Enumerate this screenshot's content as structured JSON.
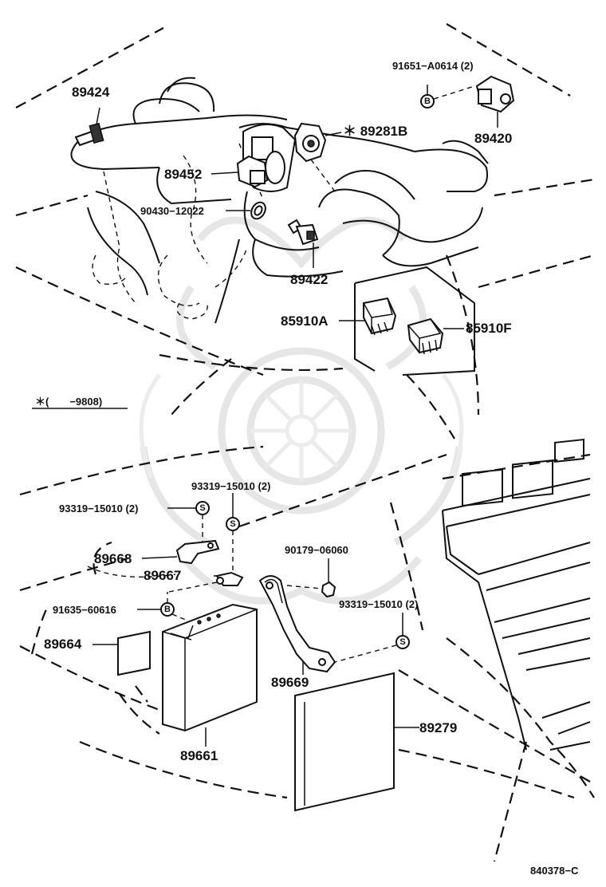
{
  "labels": {
    "p89424": "89424",
    "p91651": "91651−A0614 (2)",
    "p89281b": "＊ 89281B",
    "p89420": "89420",
    "p89452": "89452",
    "p90430": "90430−12022",
    "p89422": "89422",
    "p85910a": "85910A",
    "p85910f": "85910F",
    "footnote": "＊(　　−9808)",
    "p93319_a": "93319−15010 (2)",
    "p93319_b": "93319−15010 (2)",
    "p89668": "89668",
    "p89667": "89667",
    "p90179": "90179−06060",
    "p91635": "91635−60616",
    "p93319_c": "93319−15010 (2)",
    "p89664": "89664",
    "p89669": "89669",
    "p89279": "89279",
    "p89661": "89661",
    "diagram_code": "840378−C"
  },
  "bolt_markers": {
    "b": "B",
    "s": "S"
  },
  "colors": {
    "ink": "#111111",
    "background": "#ffffff",
    "watermark": "#e6e6e6"
  }
}
